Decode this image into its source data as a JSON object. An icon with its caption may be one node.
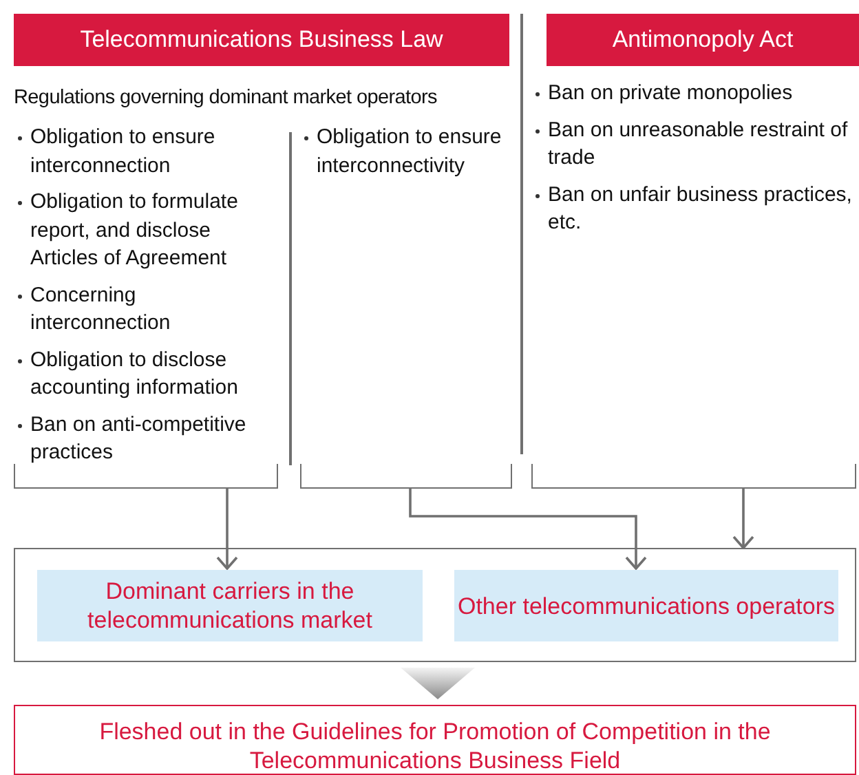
{
  "diagram": {
    "nodes": [
      {
        "text": [
          "Telecommunications Business Law"
        ]
      },
      {
        "text": [
          "Antimonopoly Act"
        ]
      },
      {
        "text": [
          "Obligation to ensure interconnection",
          "Obligation to formulate report, and disclose Articles of Agreement",
          "Concerning interconnection",
          "Obligation to disclose accounting information",
          "Ban on anti-competitive practices"
        ]
      },
      {
        "text": [
          "Obligation to ensure interconnectivity"
        ]
      },
      {
        "text": [
          "Ban on private monopolies",
          "Ban on unreasonable restraint of trade",
          "Ban on unfair business practices, etc."
        ]
      },
      {
        "text": [],
        "shape": "bracket"
      },
      {
        "text": [],
        "shape": "bracket"
      },
      {
        "text": [],
        "shape": "bracket"
      },
      {
        "text": [],
        "shape": "box"
      },
      {
        "text": [
          "Dominant carriers in the telecommunications market"
        ],
        "in": 8
      },
      {
        "text": [
          "Other telecommunications operators"
        ],
        "in": 8
      },
      {
        "text": [
          "Fleshed out in the Guidelines for Promotion of Competition in the Telecommunications Business Field"
        ]
      }
    ],
    "edges": [
      {
        "from": 5,
        "to": 9,
        "arrow": "to"
      },
      {
        "from": 6,
        "to": 10,
        "arrow": "to"
      },
      {
        "from": 7,
        "to": 8,
        "arrow": "to"
      },
      {
        "from": 8,
        "to": 11,
        "arrow": "to",
        "style": "thick"
      }
    ],
    "labels": [
      "Regulations governing dominant market operators"
    ]
  }
}
